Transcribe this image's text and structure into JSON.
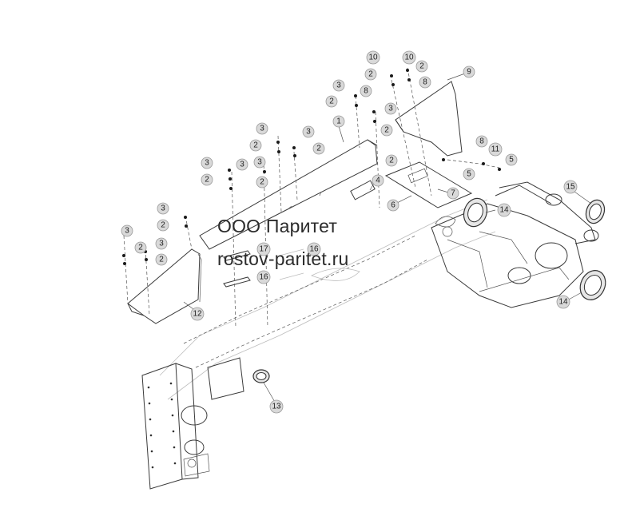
{
  "watermark": {
    "company": "ООО Паритет",
    "website": "rostov-paritet.ru"
  },
  "callouts": [
    "1",
    "2",
    "3",
    "4",
    "5",
    "6",
    "7",
    "8",
    "9",
    "10",
    "11",
    "12",
    "13",
    "14",
    "15",
    "16",
    "17"
  ],
  "colors": {
    "line": "#3a3a3a",
    "callout_fill": "#d9d9d9",
    "background": "#ffffff"
  }
}
